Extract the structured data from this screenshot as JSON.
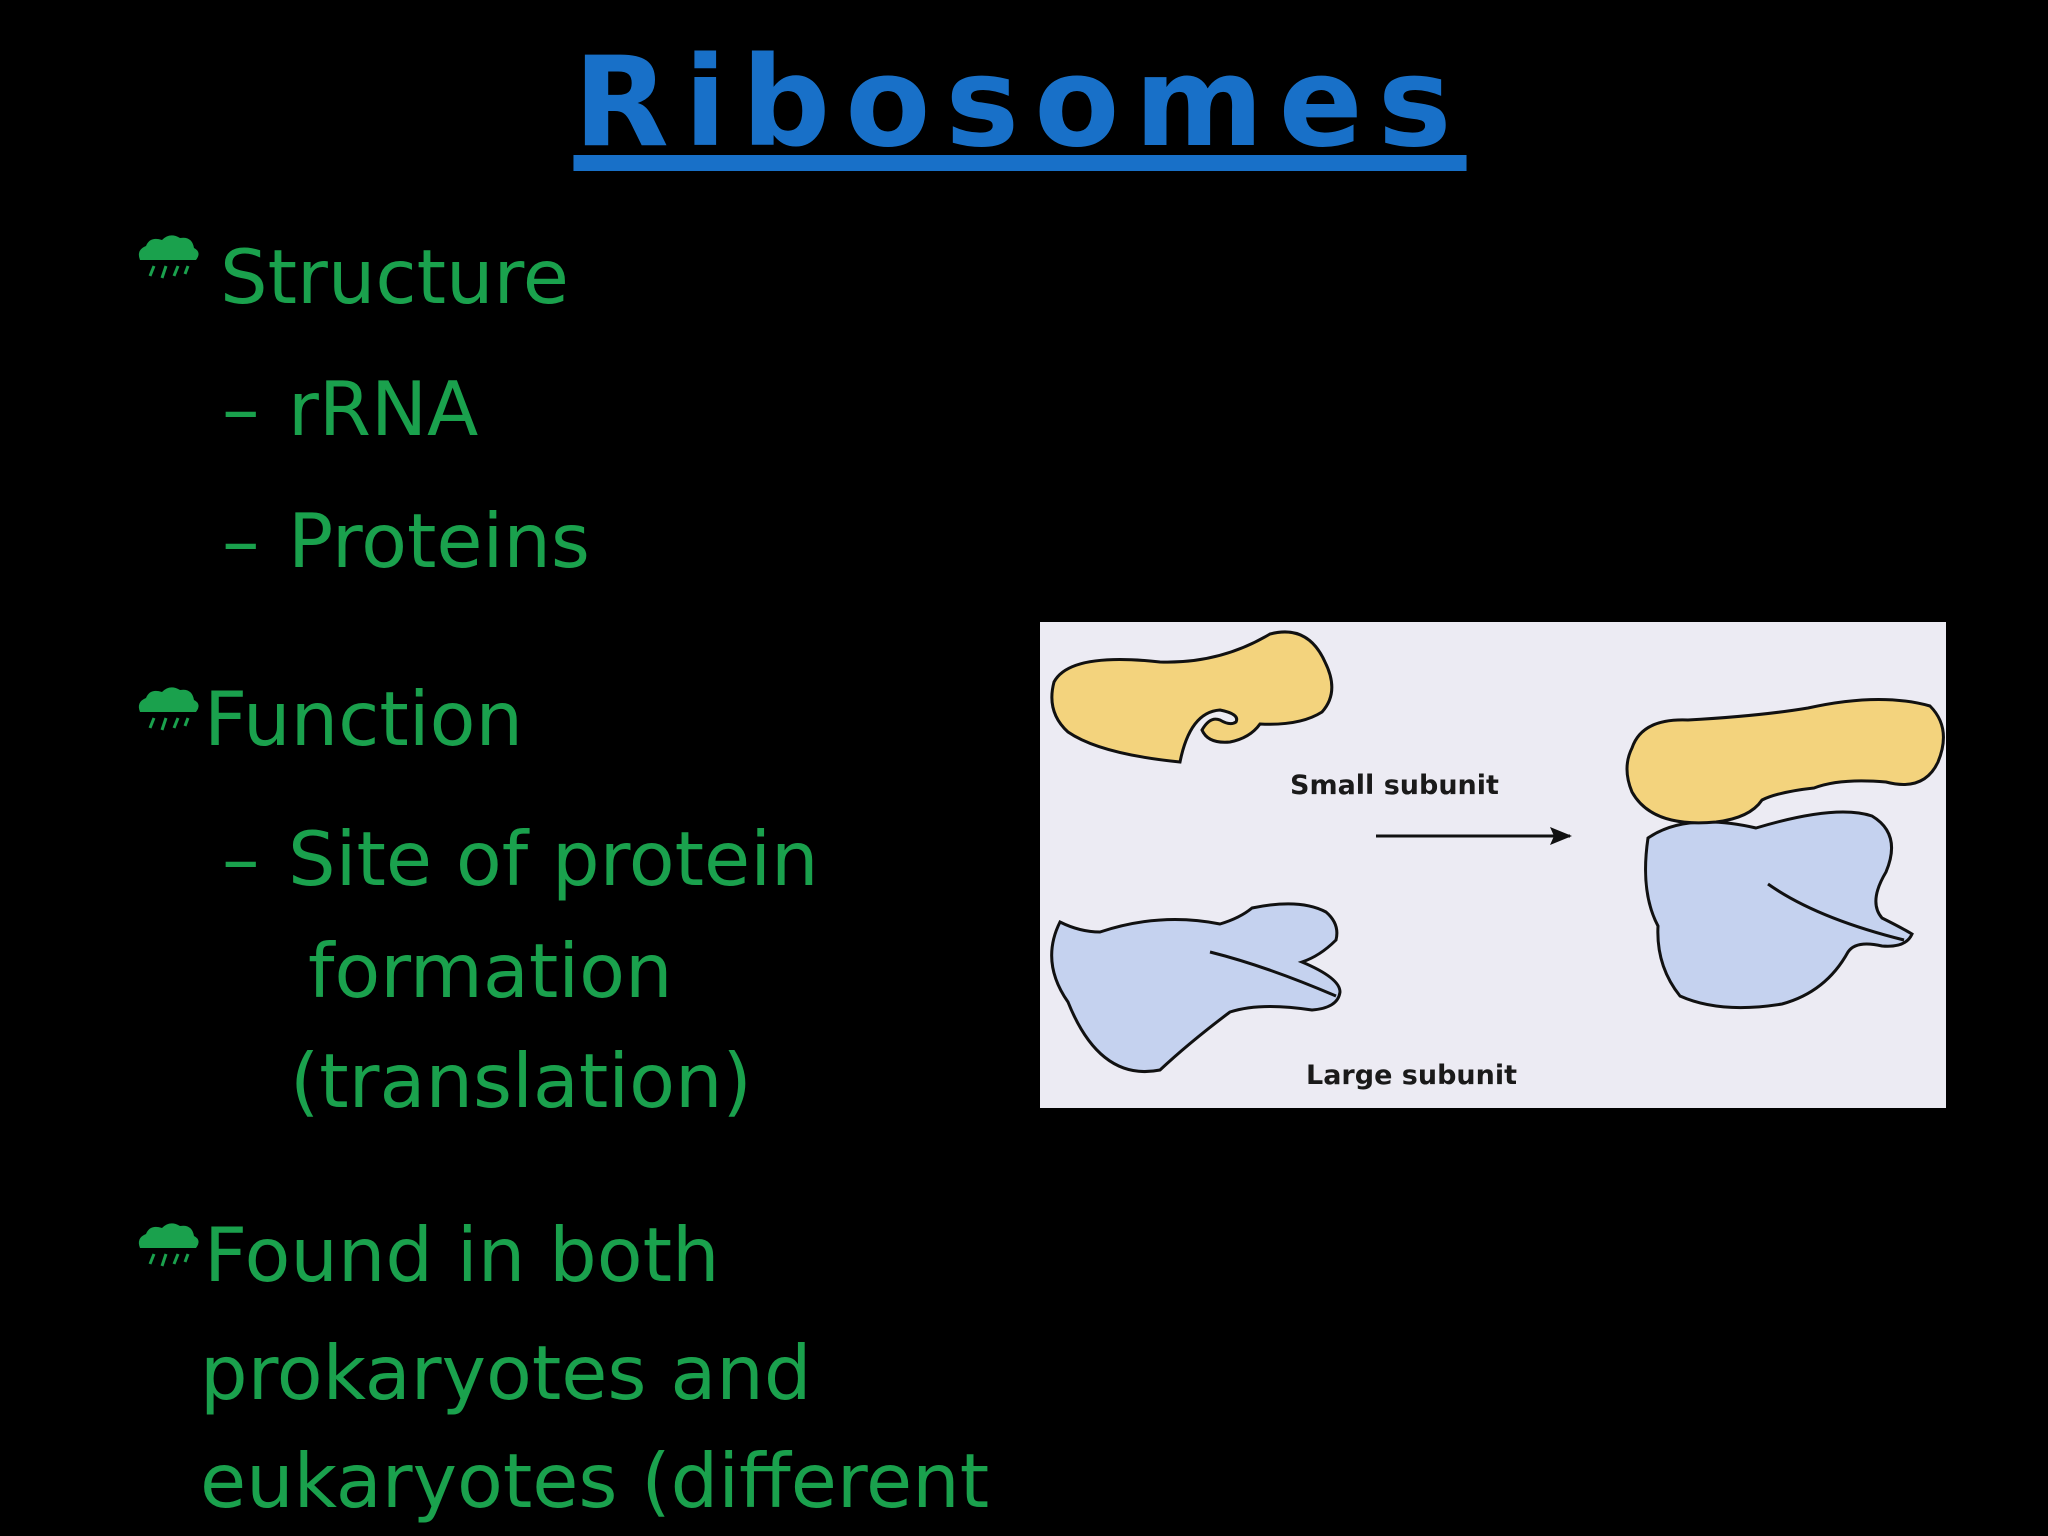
{
  "slide": {
    "title": "Ribosomes",
    "bullets": [
      {
        "text": "Structure",
        "sub": [
          "rRNA",
          "Proteins"
        ]
      },
      {
        "text": "Function",
        "sub_lines": [
          "Site of protein",
          "formation",
          "(translation)"
        ]
      },
      {
        "text_lines": [
          "Found in both",
          "prokaryotes and",
          "eukaryotes (different"
        ]
      }
    ],
    "dash": "–",
    "figure": {
      "small_label": "Small subunit",
      "large_label": "Large subunit"
    },
    "colors": {
      "background": "#000000",
      "title": "#1870c8",
      "text": "#1aa14d",
      "small_subunit": "#f3d37d",
      "large_subunit": "#c5d2ef"
    },
    "icons": {
      "bullet": "cloud-rain-icon"
    }
  }
}
